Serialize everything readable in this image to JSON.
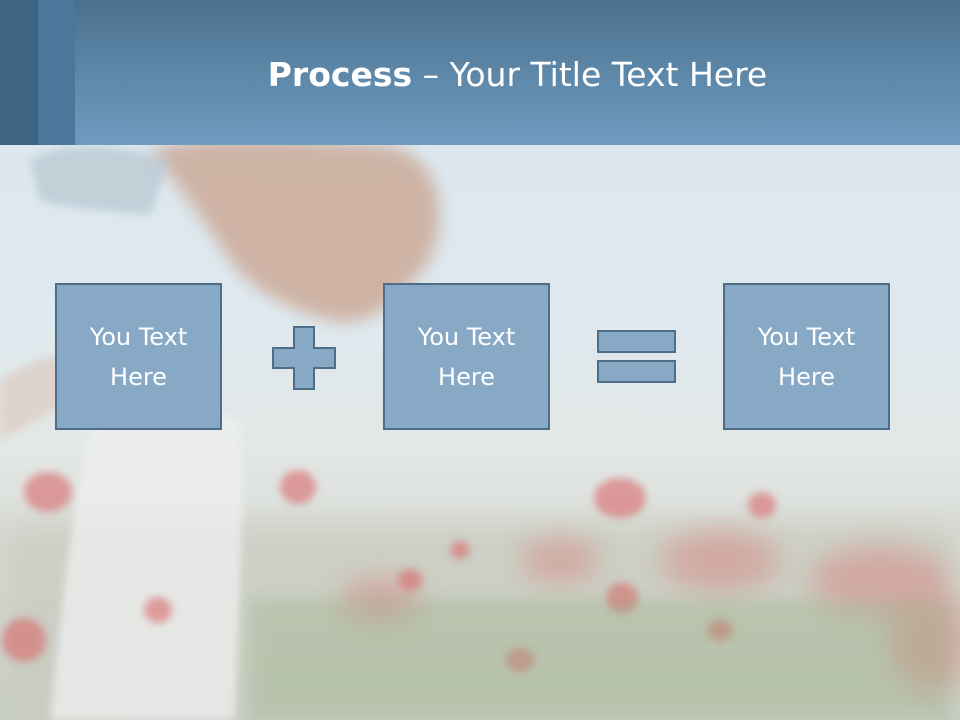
{
  "title": {
    "bold": "Process",
    "rest": " – Your Title Text Here"
  },
  "boxes": [
    {
      "label": "You Text Here"
    },
    {
      "label": "You Text Here"
    },
    {
      "label": "You Text Here"
    }
  ],
  "operators": {
    "plus": "plus-icon",
    "equals": "equals-icon"
  },
  "colors": {
    "header": "#5f89aa",
    "box_fill": "#87a9c6",
    "box_border": "#4e6d86"
  }
}
